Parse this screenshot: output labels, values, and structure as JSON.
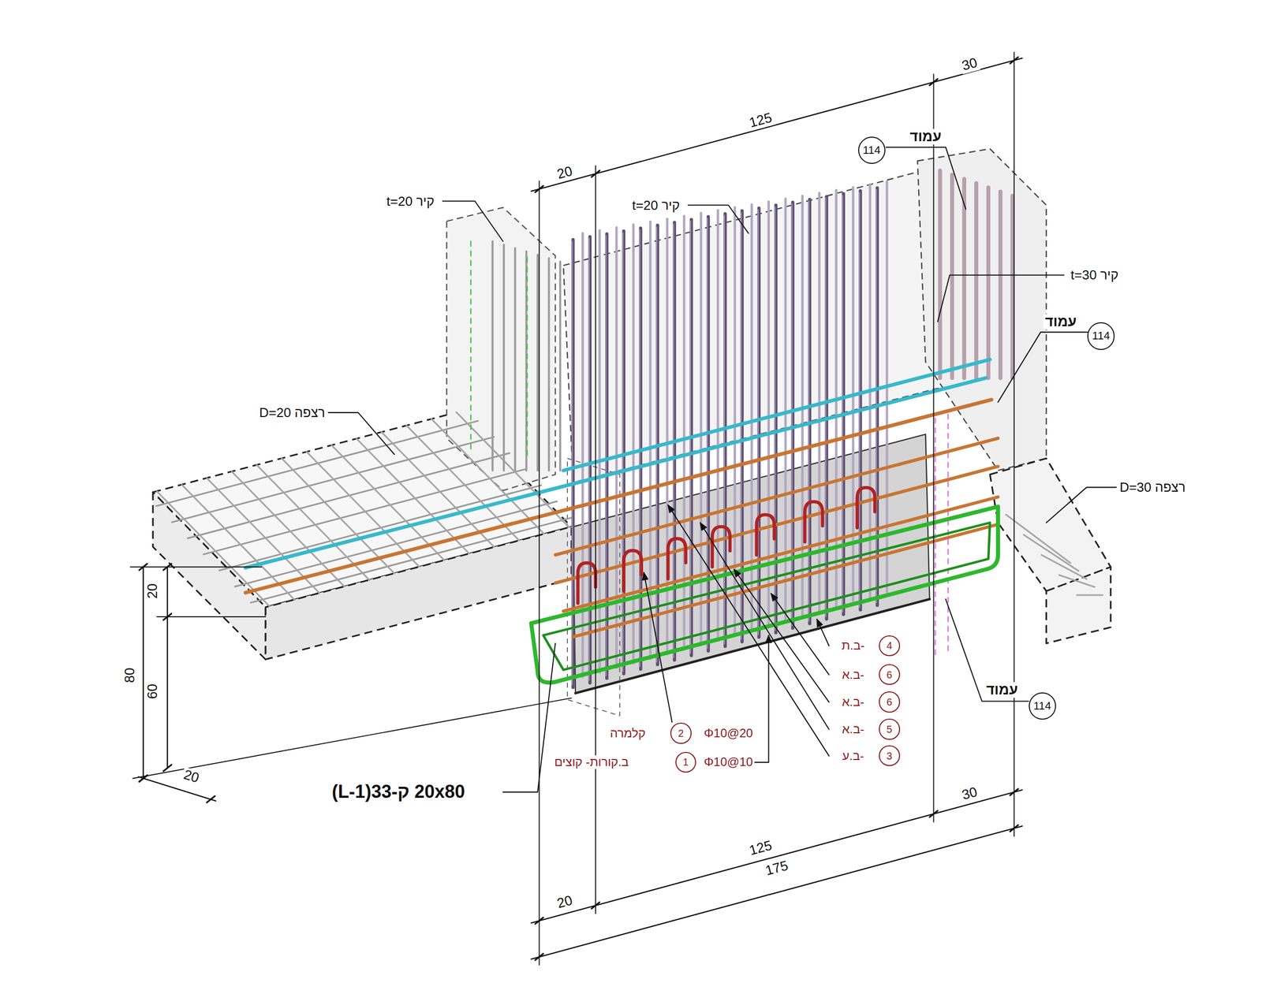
{
  "diagram": {
    "nodes": [
      {
        "text": [
          "114"
        ]
      },
      {
        "text": [
          "114"
        ]
      },
      {
        "text": [
          "4"
        ]
      },
      {
        "text": [
          "6"
        ]
      },
      {
        "text": [
          "6"
        ]
      },
      {
        "text": [
          "114"
        ]
      },
      {
        "text": [
          "5"
        ]
      },
      {
        "text": [
          "2"
        ]
      },
      {
        "text": [
          "3"
        ]
      },
      {
        "text": [
          "1"
        ]
      }
    ],
    "labels": [
      "30",
      "125",
      "20",
      "עמוד",
      "קיר t=20",
      "קיר t=20",
      "קיר t=30",
      "עמוד",
      "רצפה D=20",
      "רצפה D=30",
      "20",
      "80",
      "60",
      "-ב.ת",
      "-ב.א",
      "עמוד",
      "-ב.א",
      "-ב.א",
      "Φ10@20",
      "קלמרה",
      "-ב.ע",
      "Φ10@10",
      "ב.קורות- קוצים",
      "20",
      "20x80 ק-33(L-1)",
      "30",
      "125",
      "175",
      "20"
    ]
  }
}
